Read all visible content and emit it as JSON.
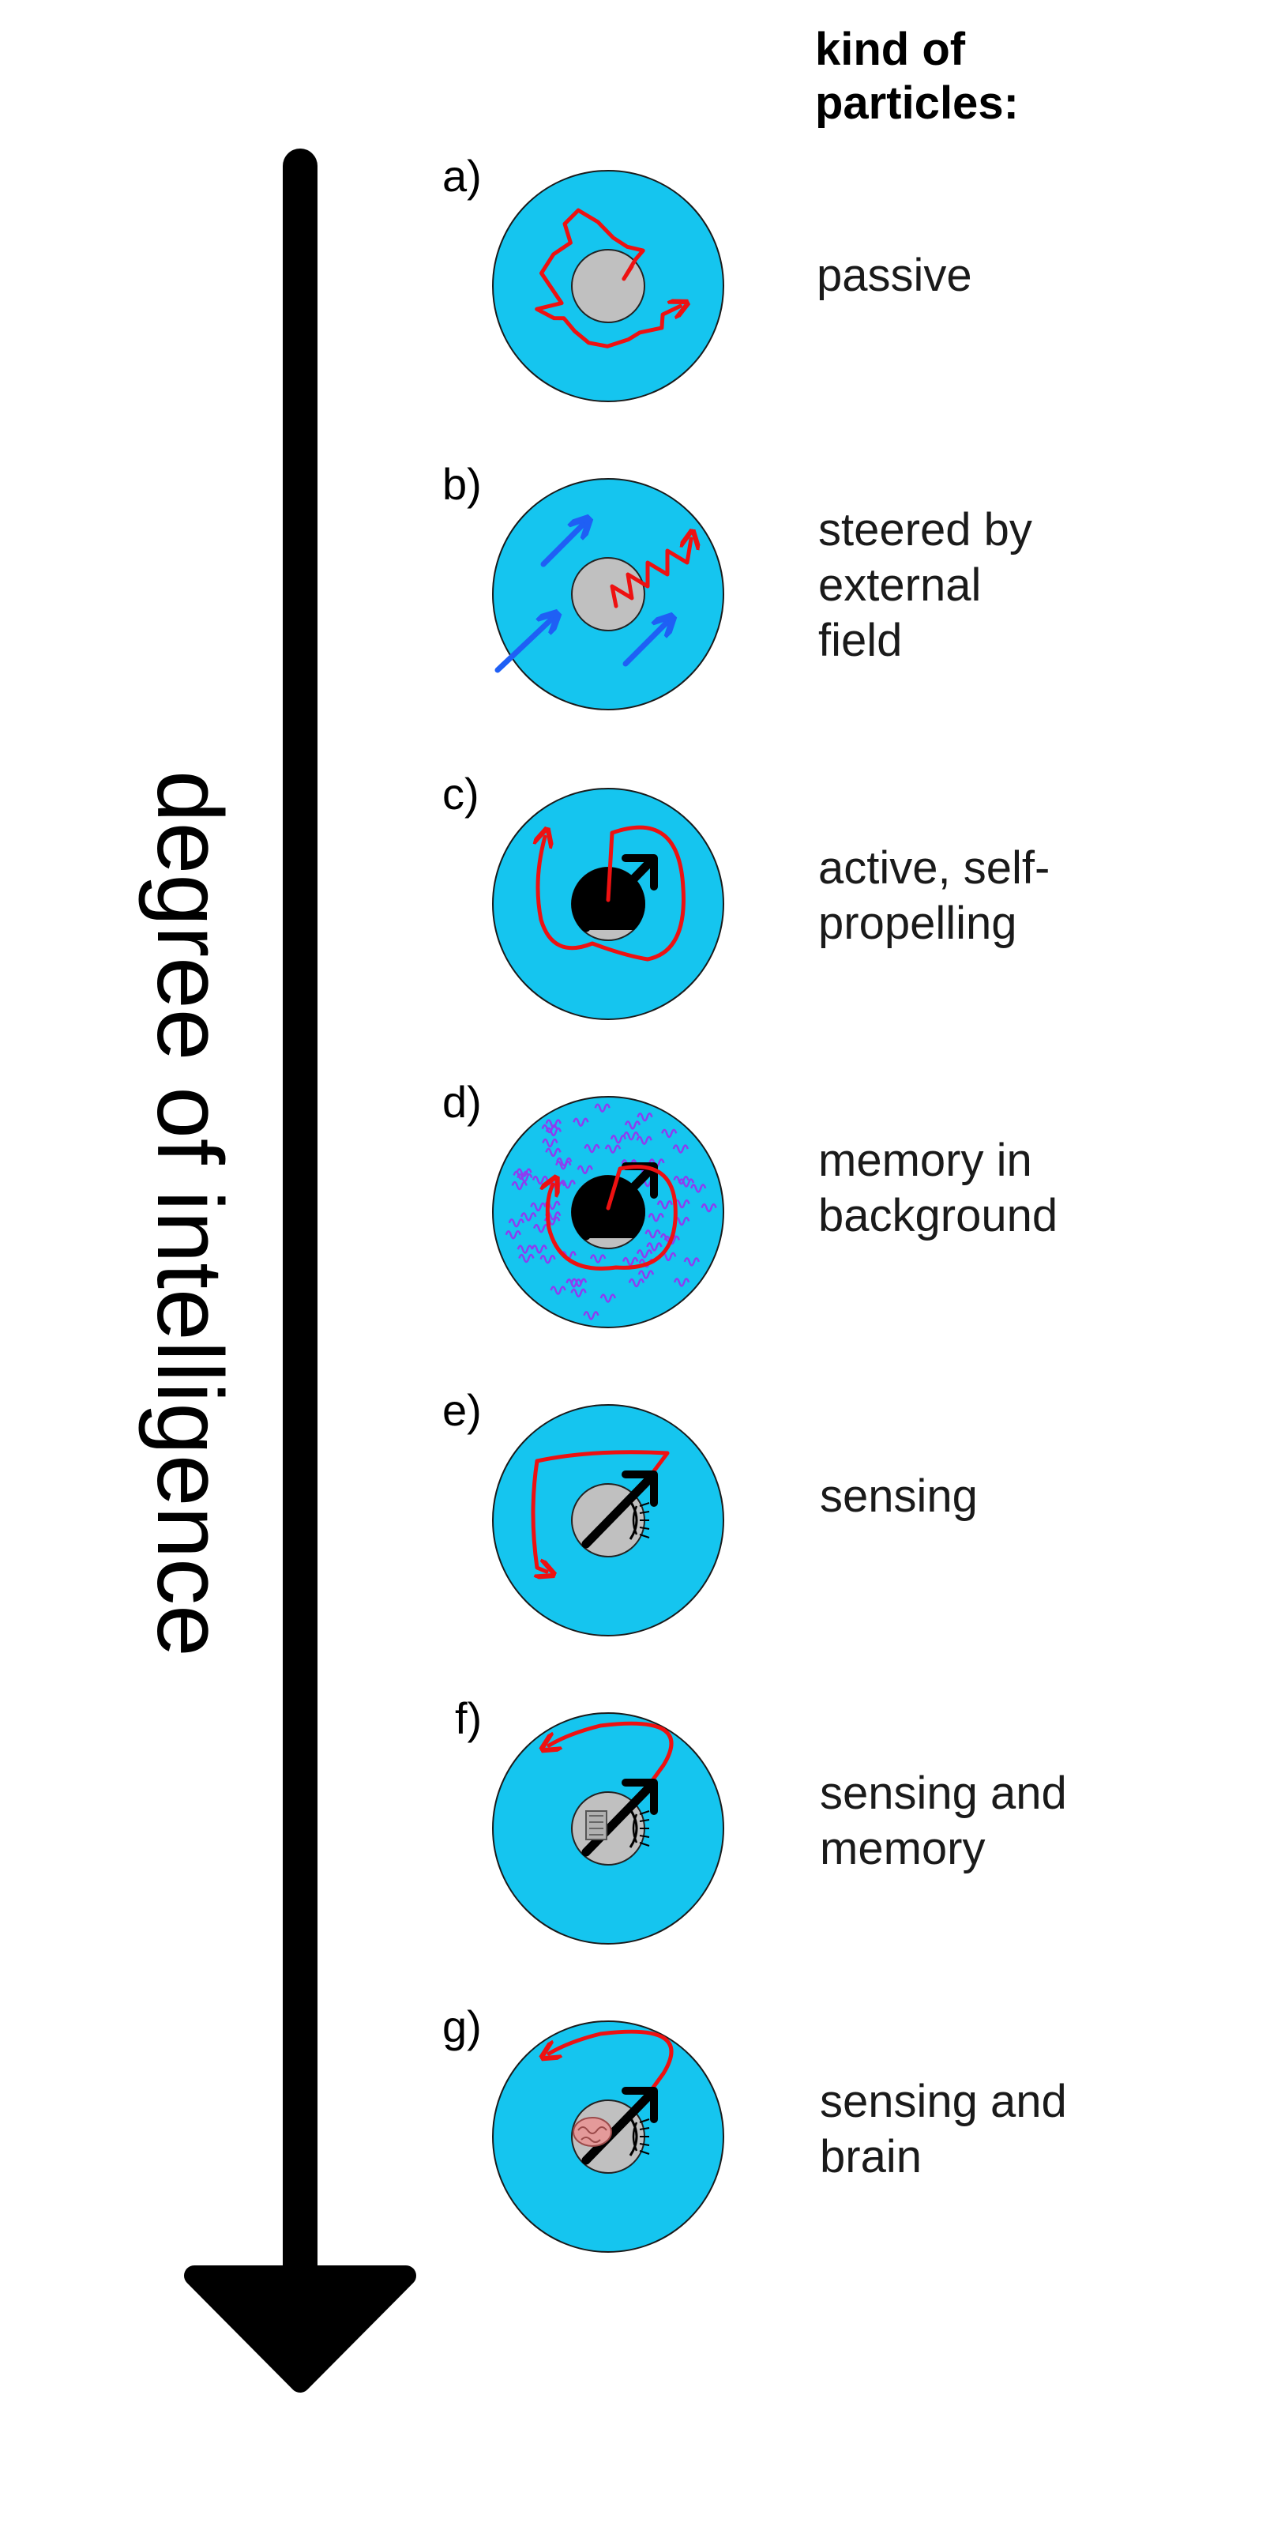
{
  "header": {
    "line1": "kind of",
    "line2": "particles:"
  },
  "axis": {
    "label": "degree of intelligence"
  },
  "colors": {
    "background_disk": "#15c5ef",
    "particle": "#c0c0c0",
    "trajectory": "#ee1111",
    "field_arrow": "#1f5ff5",
    "memory_trace": "#8e3cf0",
    "arrow": "#000000"
  },
  "particles": [
    {
      "label": "a)",
      "lines": [
        "passive"
      ],
      "icons": [
        "random-walk-trajectory"
      ]
    },
    {
      "label": "b)",
      "lines": [
        "steered by",
        "external",
        "field"
      ],
      "icons": [
        "external-field-arrows",
        "zigzag-trajectory"
      ]
    },
    {
      "label": "c)",
      "lines": [
        "active, self-",
        "propelling"
      ],
      "icons": [
        "self-propulsion-arrow",
        "loop-trajectory"
      ]
    },
    {
      "label": "d)",
      "lines": [
        "memory in",
        "background"
      ],
      "icons": [
        "background-memory-traces",
        "self-propulsion-arrow"
      ]
    },
    {
      "label": "e)",
      "lines": [
        "sensing"
      ],
      "icons": [
        "eye-icon",
        "self-propulsion-arrow"
      ]
    },
    {
      "label": "f)",
      "lines": [
        "sensing and",
        "memory"
      ],
      "icons": [
        "eye-icon",
        "memory-chip-icon"
      ]
    },
    {
      "label": "g)",
      "lines": [
        "sensing and",
        "brain"
      ],
      "icons": [
        "eye-icon",
        "brain-icon"
      ]
    }
  ]
}
